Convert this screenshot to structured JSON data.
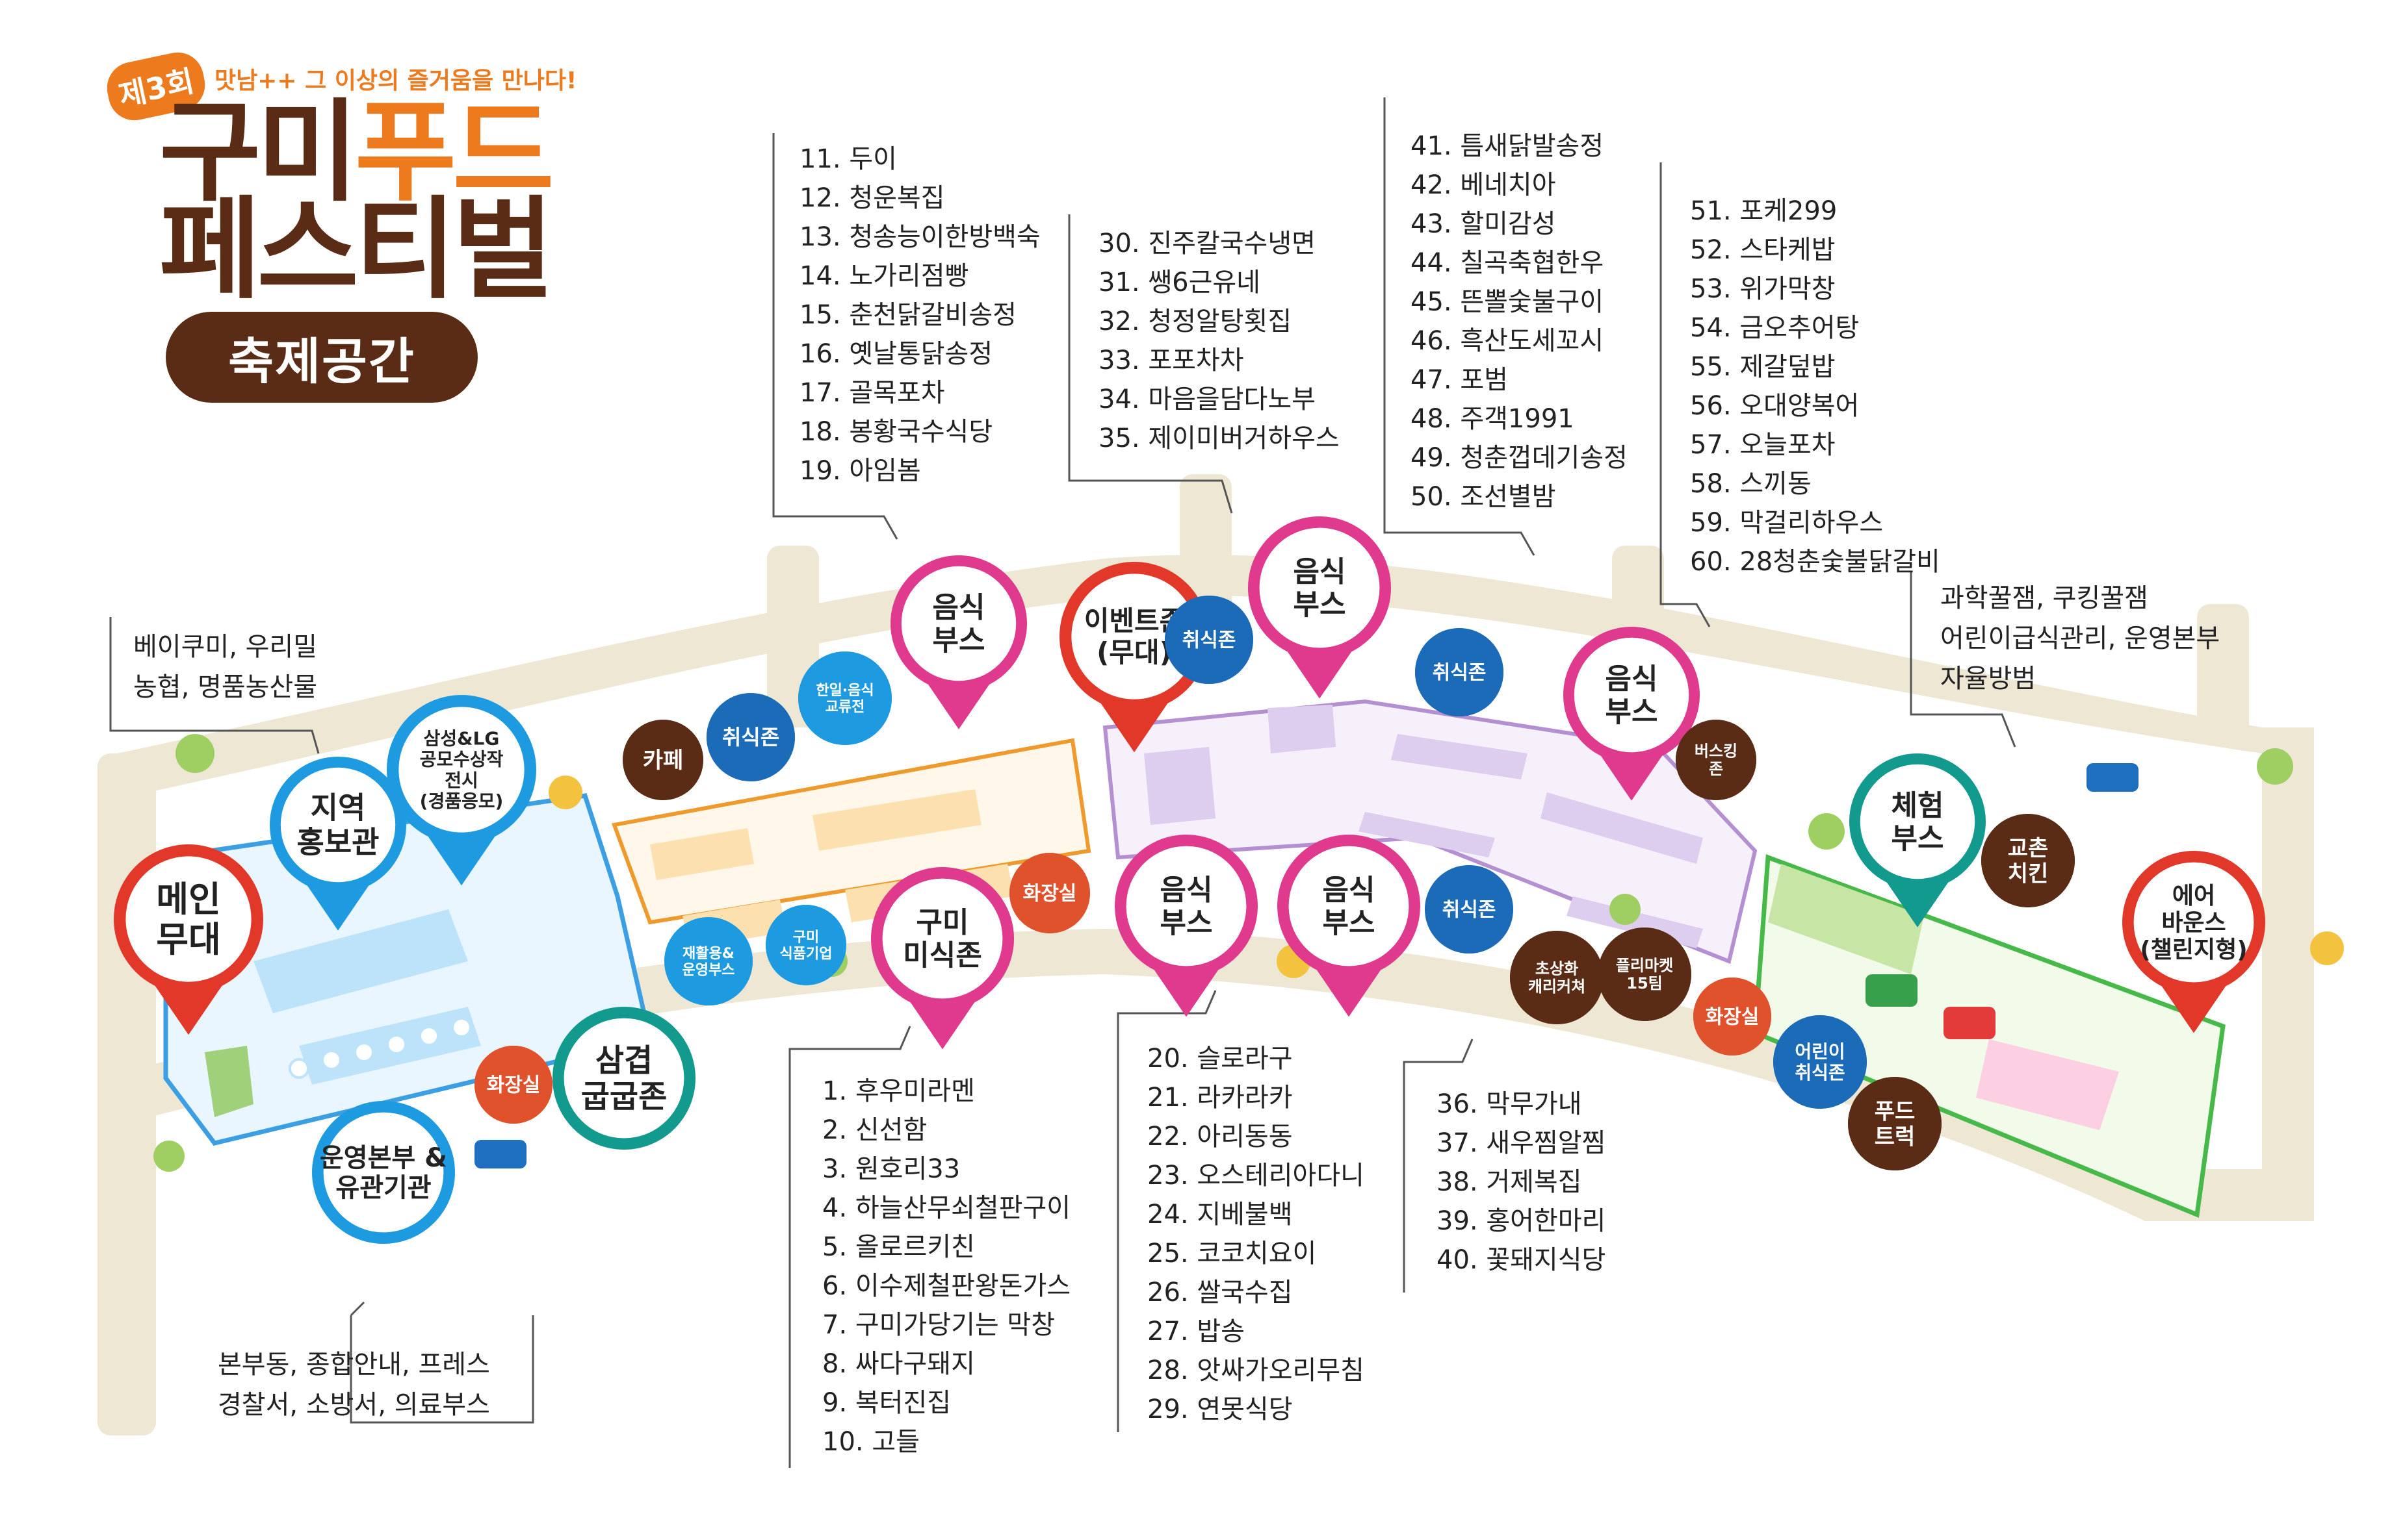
{
  "header": {
    "edition": "제3회",
    "slogan": "맛남++ 그 이상의 즐거움을 만나다!",
    "title_line1_part1": "구미",
    "title_line1_part2": "푸드",
    "title_line2": "페스티벌",
    "section_badge": "축제공간"
  },
  "markers": {
    "main_stage": "메인\n무대",
    "local_pr": "지역\n홍보관",
    "samsung_lg": "삼성&LG\n공모수상작\n전시\n(경품응모)",
    "ops_hq": "운영본부 &\n유관기관",
    "restroom1": "화장실",
    "samgyeop": "삼겹\n굽굽존",
    "cafe": "카페",
    "eating_zone1": "취식존",
    "korea_japan": "한일·음식\n교류전",
    "recycle": "재활용&\n운영부스",
    "gumi_food_co": "구미\n식품기업",
    "gumi_taste": "구미\n미식존",
    "food_booth_1": "음식\n부스",
    "event_zone": "이벤트존\n(무대)",
    "restroom2": "화장실",
    "eating_zone2": "취식존",
    "food_booth_2": "음식\n부스",
    "food_booth_3": "음식\n부스",
    "food_booth_4": "음식\n부스",
    "eating_zone3": "취식존",
    "eating_zone4": "취식존",
    "food_booth_5": "음식\n부스",
    "busking": "버스킹\n존",
    "caricature": "초상화\n캐리커쳐",
    "flea_market": "플리마켓\n15팀",
    "restroom3": "화장실",
    "kids_eating": "어린이\n취식존",
    "food_truck": "푸드\n트럭",
    "experience": "체험\n부스",
    "kyochon": "교촌\n치킨",
    "air_bounce": "에어\n바운스\n(챌린지형)"
  },
  "callouts": {
    "bakery": "베이쿠미, 우리밀\n농협, 명품농산물",
    "science": "과학꿀잼, 쿠킹꿀잼\n어린이급식관리, 운영본부\n자율방범",
    "hq": "본부동, 종합안내, 프레스\n경찰서, 소방서, 의료부스"
  },
  "lists": {
    "list_1_10": [
      "1.  후우미라멘",
      "2.  신선함",
      "3.  원호리33",
      "4.  하늘산무쇠철판구이",
      "5.  올로르키친",
      "6.  이수제철판왕돈가스",
      "7.  구미가당기는 막창",
      "8.  싸다구돼지",
      "9.  복터진집",
      "10.  고들"
    ],
    "list_11_19": [
      "11.   두이",
      "12.   청운복집",
      "13.   청송능이한방백숙",
      "14.   노가리점빵",
      "15.   춘천닭갈비송정",
      "16.   옛날통닭송정",
      "17.   골목포차",
      "18.   봉황국수식당",
      "19.   아임봄"
    ],
    "list_20_29": [
      "20.  슬로라구",
      "21.  라카라카",
      "22.  아리동동",
      "23.  오스테리아다니",
      "24.  지베불백",
      "25.  코코치요이",
      "26.  쌀국수집",
      "27.  밥송",
      "28.  앗싸가오리무침",
      "29.  연못식당"
    ],
    "list_30_35": [
      "30.  진주칼국수냉면",
      "31.  쌩6근유네",
      "32.  청정알탕횟집",
      "33.  포포차차",
      "34.  마음을담다노부",
      "35.  제이미버거하우스"
    ],
    "list_36_40": [
      "36.  막무가내",
      "37.  새우찜알찜",
      "38.  거제복집",
      "39.  홍어한마리",
      "40.  꽃돼지식당"
    ],
    "list_41_50": [
      "41.  틈새닭발송정",
      "42.  베네치아",
      "43.  할미감성",
      "44.  칠곡축협한우",
      "45.  뜬뽈숯불구이",
      "46.  흑산도세꼬시",
      "47.  포범",
      "48.  주객1991",
      "49.  청춘껍데기송정",
      "50.  조선별밤"
    ],
    "list_51_60": [
      "51.  포케299",
      "52.  스타케밥",
      "53.  위가막창",
      "54.  금오추어탕",
      "55.  제갈덮밥",
      "56.  오대양복어",
      "57.  오늘포차",
      "58.  스끼동",
      "59.  막걸리하우스",
      "60.  28청춘숯불닭갈비"
    ]
  },
  "colors": {
    "brown": "#5a2c16",
    "orange": "#ee7a1e",
    "red": "#e2382a",
    "blue": "#1e9be0",
    "teal": "#139a8e",
    "magenta": "#e03a8e",
    "darkblue": "#1b6bb8",
    "restroom": "#e0522c",
    "path": "#eee7d4",
    "grass": "#a8d26e"
  }
}
